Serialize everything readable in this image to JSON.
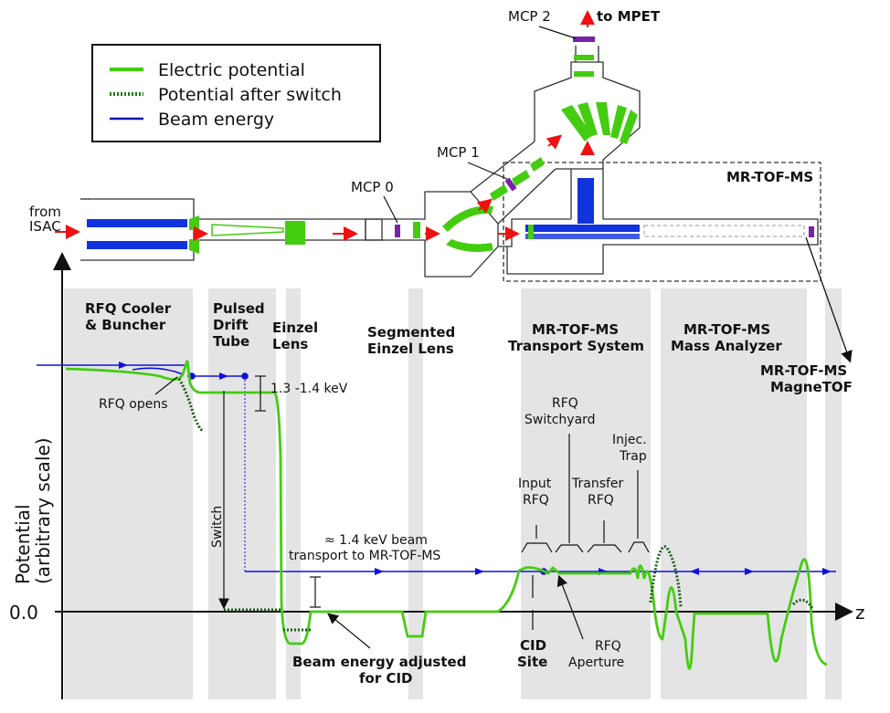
{
  "legend": {
    "electric_potential": "Electric potential",
    "potential_after_switch": "Potential after switch",
    "beam_energy": "Beam energy"
  },
  "colors": {
    "electric": "#44cc11",
    "beam": "#1010dd",
    "electrode": "#1133dd",
    "mcp": "#7722aa",
    "band": "#e4e4e4",
    "arrow": "#ee1111"
  },
  "beamline": {
    "from_isac": [
      "from",
      "ISAC"
    ],
    "to_mpet": "to MPET",
    "mcp0": "MCP 0",
    "mcp1": "MCP 1",
    "mcp2": "MCP 2",
    "mrtof_box": "MR-TOF-MS"
  },
  "sections": {
    "rfq_cooler": [
      "RFQ Cooler",
      "& Buncher"
    ],
    "pulsed_drift": [
      "Pulsed",
      "Drift",
      "Tube"
    ],
    "einzel": [
      "Einzel",
      "Lens"
    ],
    "segmented": [
      "Segmented",
      "Einzel Lens"
    ],
    "transport": [
      "MR-TOF-MS",
      "Transport System"
    ],
    "analyzer": [
      "MR-TOF-MS",
      "Mass Analyzer"
    ],
    "magnetof": [
      "MR-TOF-MS",
      "MagneTOF"
    ]
  },
  "annotations": {
    "energy_step": "1.3 -1.4 keV",
    "rfq_opens": "RFQ opens",
    "switch": "Switch",
    "beam_transport": [
      "≈ 1.4 keV beam",
      "transport to MR-TOF-MS"
    ],
    "beam_adjusted": [
      "Beam energy adjusted",
      "for CID"
    ],
    "cid_site": [
      "CID",
      "Site"
    ],
    "rfq_aperture": [
      "RFQ",
      "Aperture"
    ],
    "input_rfq": [
      "Input",
      "RFQ"
    ],
    "rfq_switchyard": [
      "RFQ",
      "Switchyard"
    ],
    "transfer_rfq": [
      "Transfer",
      "RFQ"
    ],
    "injec_trap": [
      "Injec.",
      "Trap"
    ]
  },
  "axes": {
    "ylabel": [
      "Potential",
      "(arbitrary scale)"
    ],
    "zero_label": "0.0",
    "xlabel": "z"
  }
}
